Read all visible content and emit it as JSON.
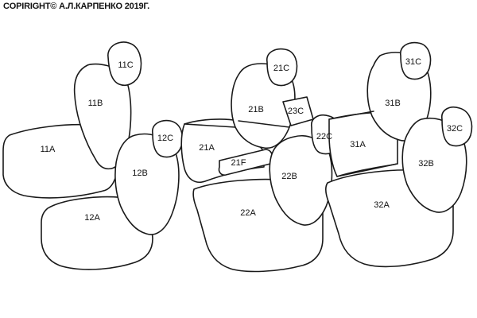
{
  "copyright": "COPIRIGHT© А.Л.КАРПЕНКО 2019Г.",
  "parts": {
    "p11C": "11C",
    "p11B": "11B",
    "p11A": "11A",
    "p12C": "12C",
    "p12B": "12B",
    "p12A": "12A",
    "p21C": "21C",
    "p21B": "21B",
    "p23C": "23C",
    "p21A": "21A",
    "p21F": "21F",
    "p22C": "22C",
    "p22B": "22B",
    "p22A": "22A",
    "p31C": "31C",
    "p31B": "31B",
    "p31A": "31A",
    "p32C": "32C",
    "p32B": "32B",
    "p32A": "32A"
  }
}
